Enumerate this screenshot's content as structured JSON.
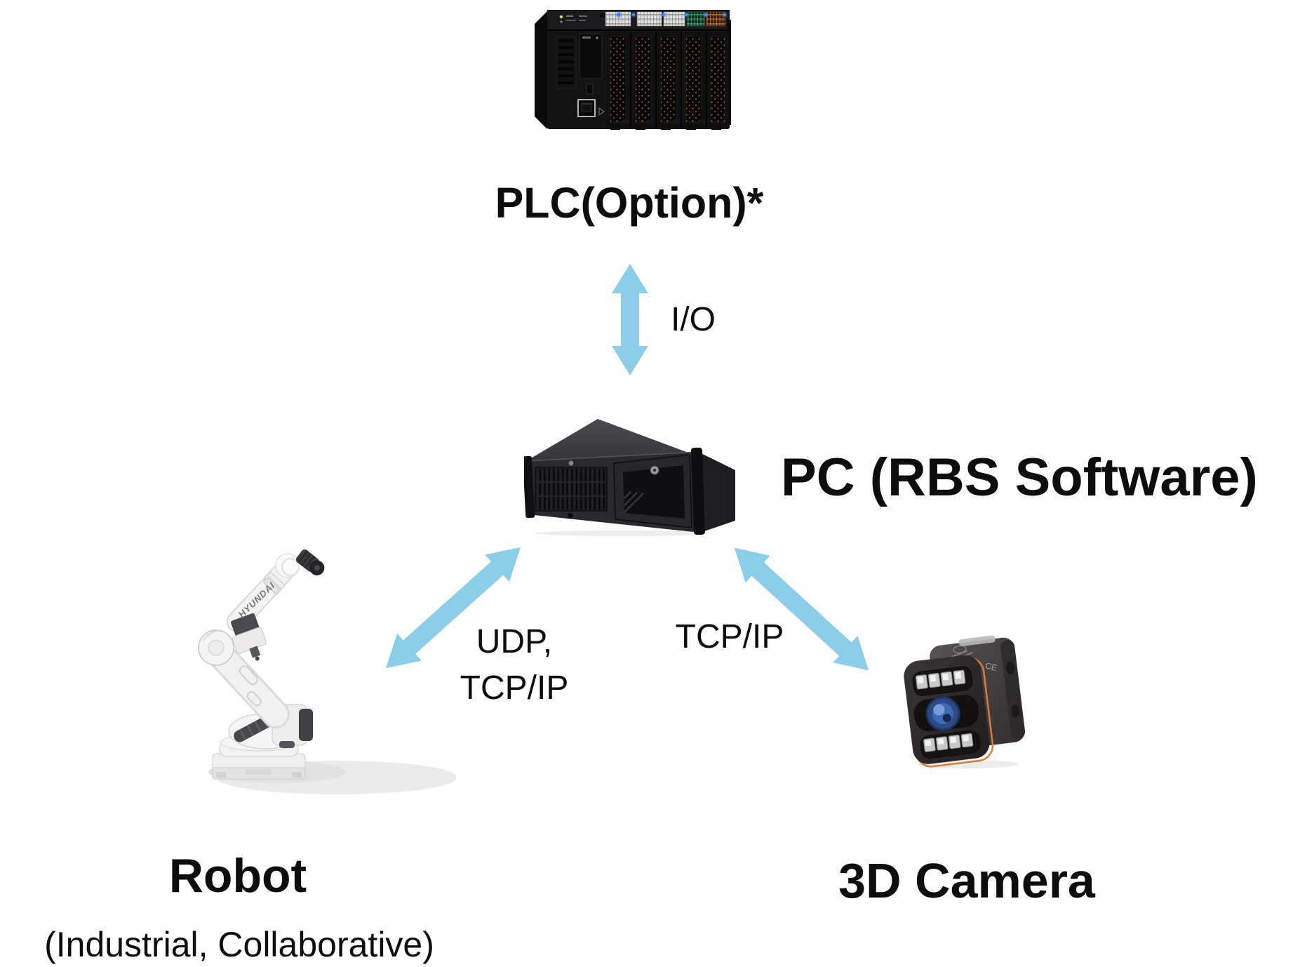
{
  "diagram": {
    "title_implicit": "RBS system architecture",
    "background": "#ffffff",
    "arrow_color": "#8CCDEA",
    "text_color": "#0d0d0d",
    "camera_accent_orange": "#D97B3A",
    "camera_lens_blue": "#3D69B5",
    "plc_led_blue": "#2F82F0",
    "nodes": {
      "plc": {
        "label": "PLC(Option)*"
      },
      "pc": {
        "label": "PC (RBS Software)"
      },
      "robot": {
        "label": "Robot",
        "sublabel": "(Industrial, Collaborative)",
        "brand": "HYUNDAI"
      },
      "camera": {
        "label": "3D Camera",
        "ce_mark": "CE"
      }
    },
    "connections": {
      "plc_pc": {
        "label": "I/O",
        "style": "double-arrow-vertical"
      },
      "robot_pc": {
        "label_line1": "UDP,",
        "label_line2": "TCP/IP",
        "style": "double-arrow-diagonal"
      },
      "camera_pc": {
        "label": "TCP/IP",
        "style": "double-arrow-diagonal"
      }
    }
  }
}
